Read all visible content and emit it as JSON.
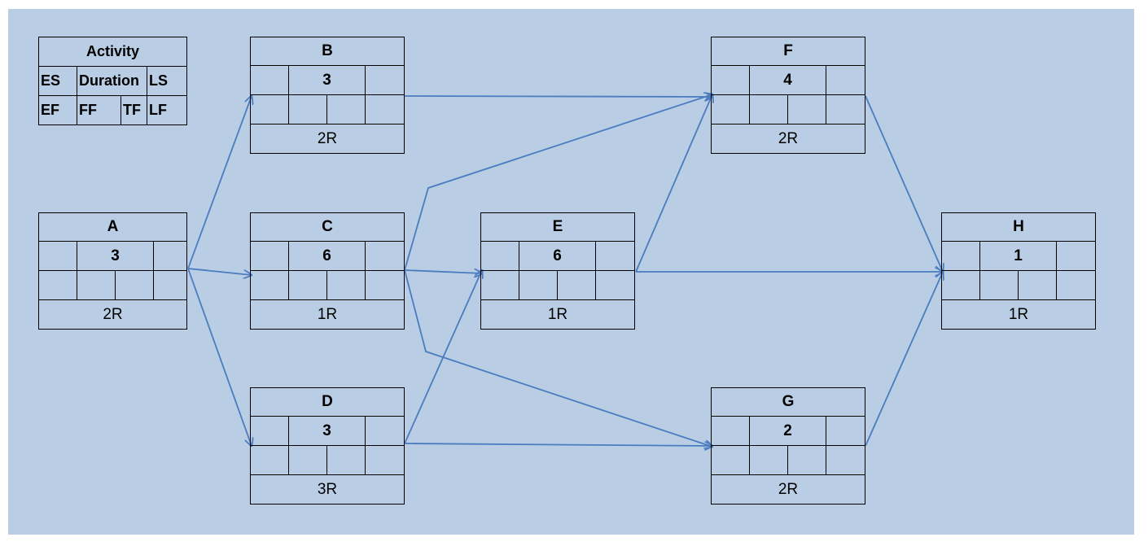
{
  "legend": {
    "title": "Activity",
    "es": "ES",
    "duration": "Duration",
    "ls": "LS",
    "ef": "EF",
    "ff": "FF",
    "tf": "TF",
    "lf": "LF"
  },
  "nodes": {
    "A": {
      "name": "A",
      "duration": "3",
      "resource": "2R"
    },
    "B": {
      "name": "B",
      "duration": "3",
      "resource": "2R"
    },
    "C": {
      "name": "C",
      "duration": "6",
      "resource": "1R"
    },
    "D": {
      "name": "D",
      "duration": "3",
      "resource": "3R"
    },
    "E": {
      "name": "E",
      "duration": "6",
      "resource": "1R"
    },
    "F": {
      "name": "F",
      "duration": "4",
      "resource": "2R"
    },
    "G": {
      "name": "G",
      "duration": "2",
      "resource": "2R"
    },
    "H": {
      "name": "H",
      "duration": "1",
      "resource": "1R"
    }
  },
  "edges": [
    [
      "A",
      "B"
    ],
    [
      "A",
      "C"
    ],
    [
      "A",
      "D"
    ],
    [
      "B",
      "F"
    ],
    [
      "C",
      "E"
    ],
    [
      "C",
      "F"
    ],
    [
      "C",
      "G"
    ],
    [
      "D",
      "E"
    ],
    [
      "D",
      "G"
    ],
    [
      "E",
      "F"
    ],
    [
      "E",
      "H"
    ],
    [
      "F",
      "H"
    ],
    [
      "G",
      "H"
    ]
  ],
  "colors": {
    "background": "#b9cde4",
    "arrow": "#4a7cc0",
    "border": "#000000"
  }
}
